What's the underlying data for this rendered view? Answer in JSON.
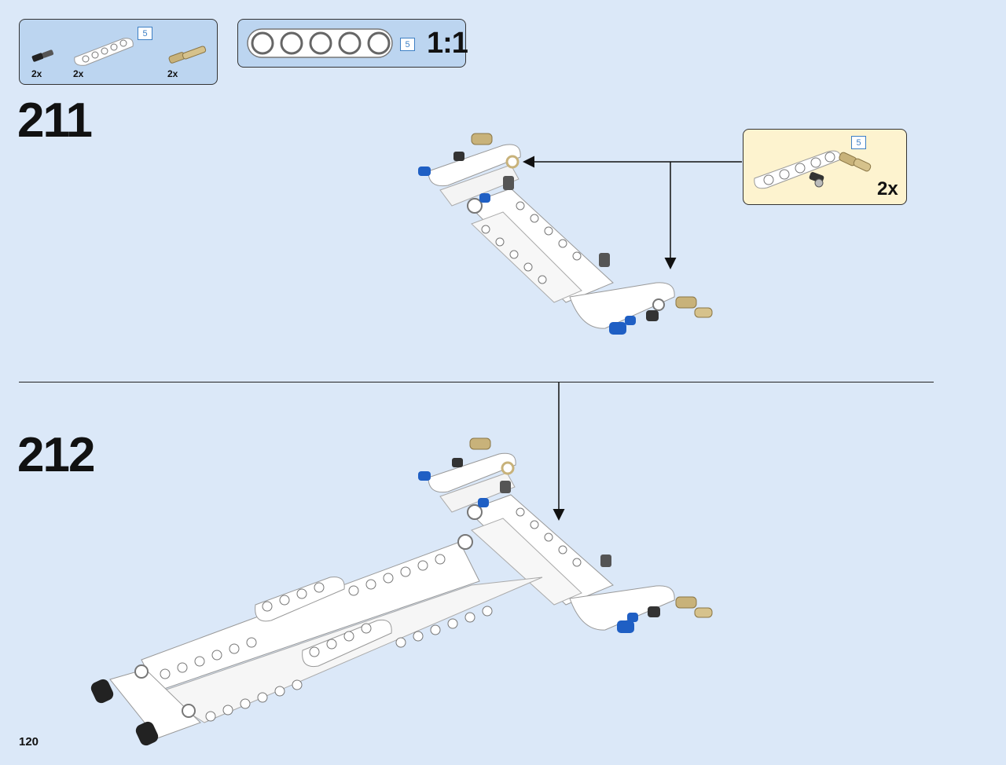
{
  "parts_list": {
    "items": [
      {
        "name": "black-pin",
        "quantity": "2x"
      },
      {
        "name": "white-beam-5",
        "quantity": "2x",
        "length": "5"
      },
      {
        "name": "tan-axle-pin",
        "quantity": "2x"
      }
    ]
  },
  "scale_check": {
    "length": "5",
    "label": "1:1"
  },
  "steps": [
    {
      "number": "211"
    },
    {
      "number": "212"
    }
  ],
  "subassembly": {
    "length": "5",
    "count": "2x"
  },
  "page": {
    "number": "120"
  },
  "colors": {
    "background": "#dbe8f8",
    "parts_box": "#bcd5f0",
    "subassembly_box": "#fdf3cf",
    "white_part": "#ffffff",
    "blue_pin": "#1f5fc4",
    "tan_pin": "#c8b27a",
    "black_part": "#222222"
  }
}
